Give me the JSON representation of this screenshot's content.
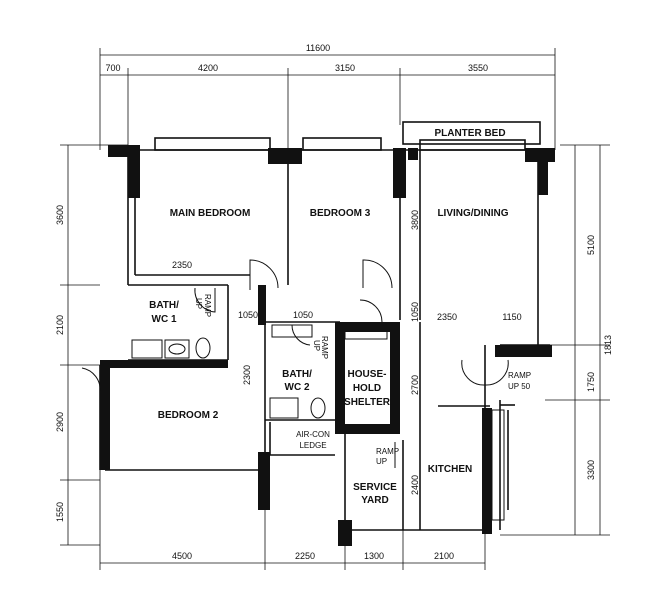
{
  "plan": {
    "total_width": "11600",
    "top_dims": [
      "700",
      "4200",
      "3150",
      "3550"
    ],
    "bottom_dims": [
      "4500",
      "2250",
      "1300",
      "2100"
    ],
    "left_dims": [
      "3600",
      "2100",
      "2900",
      "1550"
    ],
    "right_dims": [
      "5100",
      "1813",
      "1750",
      "3300"
    ],
    "inner_dims": {
      "d2350_left": "2350",
      "d1050_a": "1050",
      "d1050_b": "1050",
      "d1050_c": "1050",
      "d2350_right": "2350",
      "d1150": "1150",
      "d3800": "3800",
      "d2300": "2300",
      "d2700": "2700",
      "d2400": "2400"
    },
    "rooms": {
      "planter_bed": "PLANTER BED",
      "main_bedroom": "MAIN BEDROOM",
      "bedroom_3": "BEDROOM 3",
      "living_dining": "LIVING/DINING",
      "bath_wc1_a": "BATH/",
      "bath_wc1_b": "WC 1",
      "bath_wc2_a": "BATH/",
      "bath_wc2_b": "WC 2",
      "household_a": "HOUSE-",
      "household_b": "HOLD",
      "household_c": "SHELTER",
      "bedroom_2": "BEDROOM 2",
      "aircon_a": "AIR-CON",
      "aircon_b": "LEDGE",
      "service_a": "SERVICE",
      "service_b": "YARD",
      "kitchen": "KITCHEN",
      "ramp_up_1_a": "RAMP",
      "ramp_up_1_b": "UP",
      "ramp_up_2_a": "RAMP",
      "ramp_up_2_b": "UP",
      "ramp_up_3_a": "RAMP",
      "ramp_up_3_b": "UP",
      "ramp_up_4_a": "RAMP",
      "ramp_up_4_b": "UP 50"
    }
  }
}
